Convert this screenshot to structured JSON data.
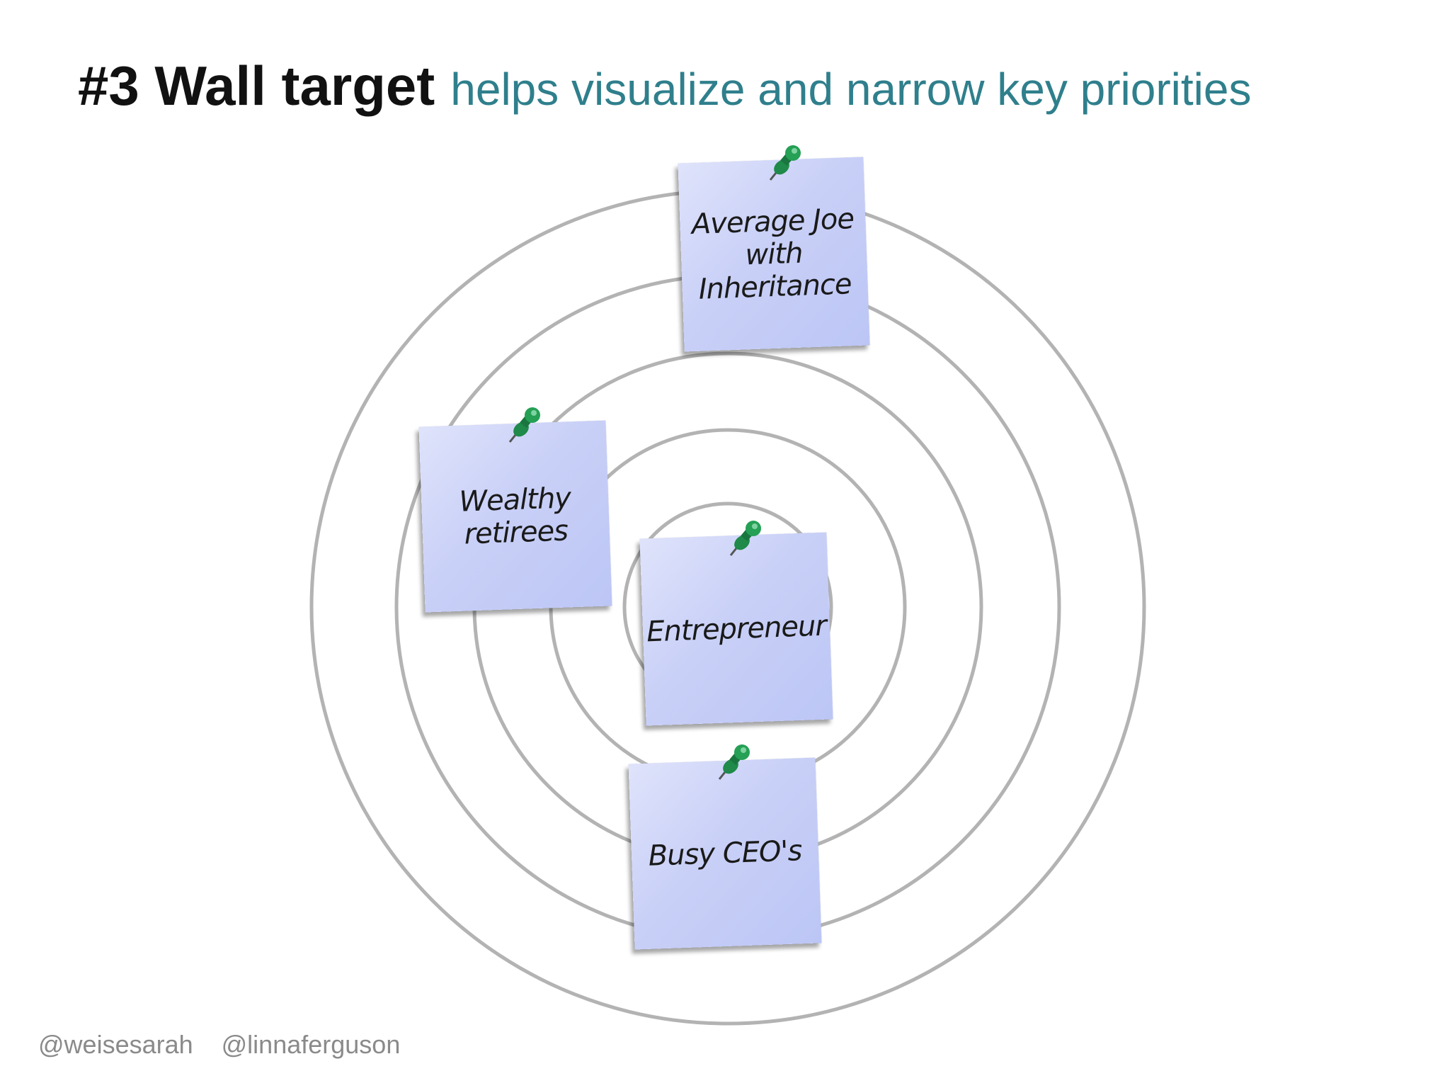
{
  "title": {
    "main": "#3 Wall target",
    "subtitle": "helps visualize and narrow key priorities"
  },
  "notes": [
    {
      "text": "Average Joe\nwith\nInheritance"
    },
    {
      "text": "Wealthy retirees"
    },
    {
      "text": "Entrepreneur"
    },
    {
      "text": "Busy CEO's"
    }
  ],
  "footer": {
    "handle_1": "@weisesarah",
    "handle_2": "@linnaferguson"
  },
  "colors": {
    "title_text": "#111111",
    "subtitle_text": "#2f7f8c",
    "ring_stroke": "#b3b3b3",
    "note_fill": "#c9d0f7",
    "pin": "#1f8a4a",
    "footer_text": "#8a8a8a"
  }
}
